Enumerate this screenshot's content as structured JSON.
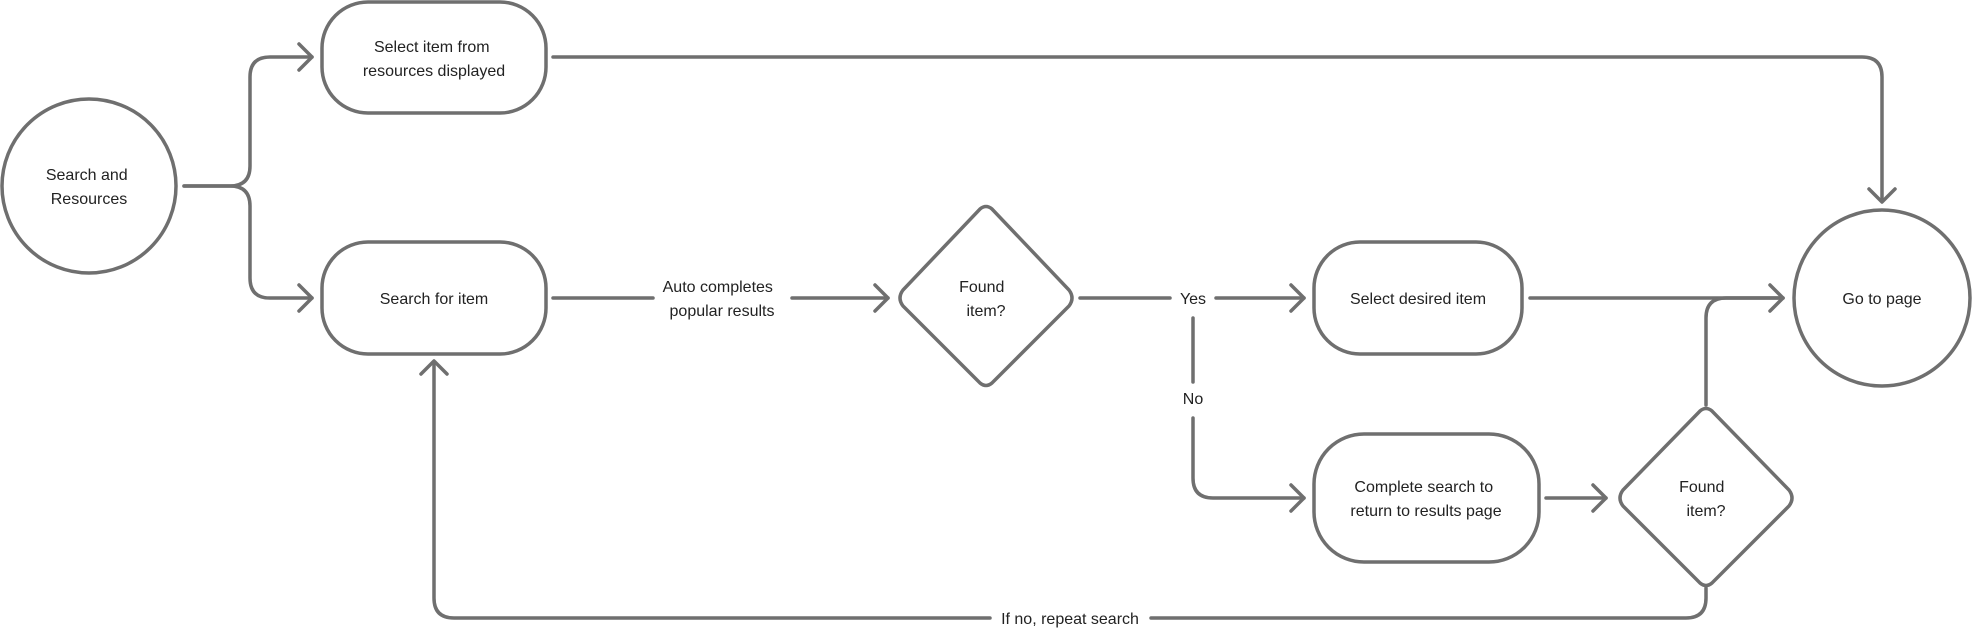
{
  "diagram": {
    "colors": {
      "stroke": "#6f6f6f",
      "text": "#222222",
      "background": "#ffffff"
    },
    "nodes": {
      "search_resources": {
        "shape": "circle",
        "lines": [
          "Search and",
          "Resources"
        ]
      },
      "select_from_resources": {
        "shape": "rounded-rect",
        "lines": [
          "Select item from",
          "resources displayed"
        ]
      },
      "search_for_item": {
        "shape": "rounded-rect",
        "lines": [
          "Search for item"
        ]
      },
      "found_item_1": {
        "shape": "diamond",
        "lines": [
          "Found",
          "item?"
        ]
      },
      "select_desired_item": {
        "shape": "rounded-rect",
        "lines": [
          "Select desired item"
        ]
      },
      "complete_search": {
        "shape": "rounded-rect",
        "lines": [
          "Complete search to",
          "return to results page"
        ]
      },
      "found_item_2": {
        "shape": "diamond",
        "lines": [
          "Found",
          "item?"
        ]
      },
      "go_to_page": {
        "shape": "circle",
        "lines": [
          "Go to page"
        ]
      }
    },
    "edge_labels": {
      "auto_complete": [
        "Auto completes",
        "popular results"
      ],
      "yes": "Yes",
      "no": "No",
      "repeat": "If no, repeat search"
    }
  }
}
